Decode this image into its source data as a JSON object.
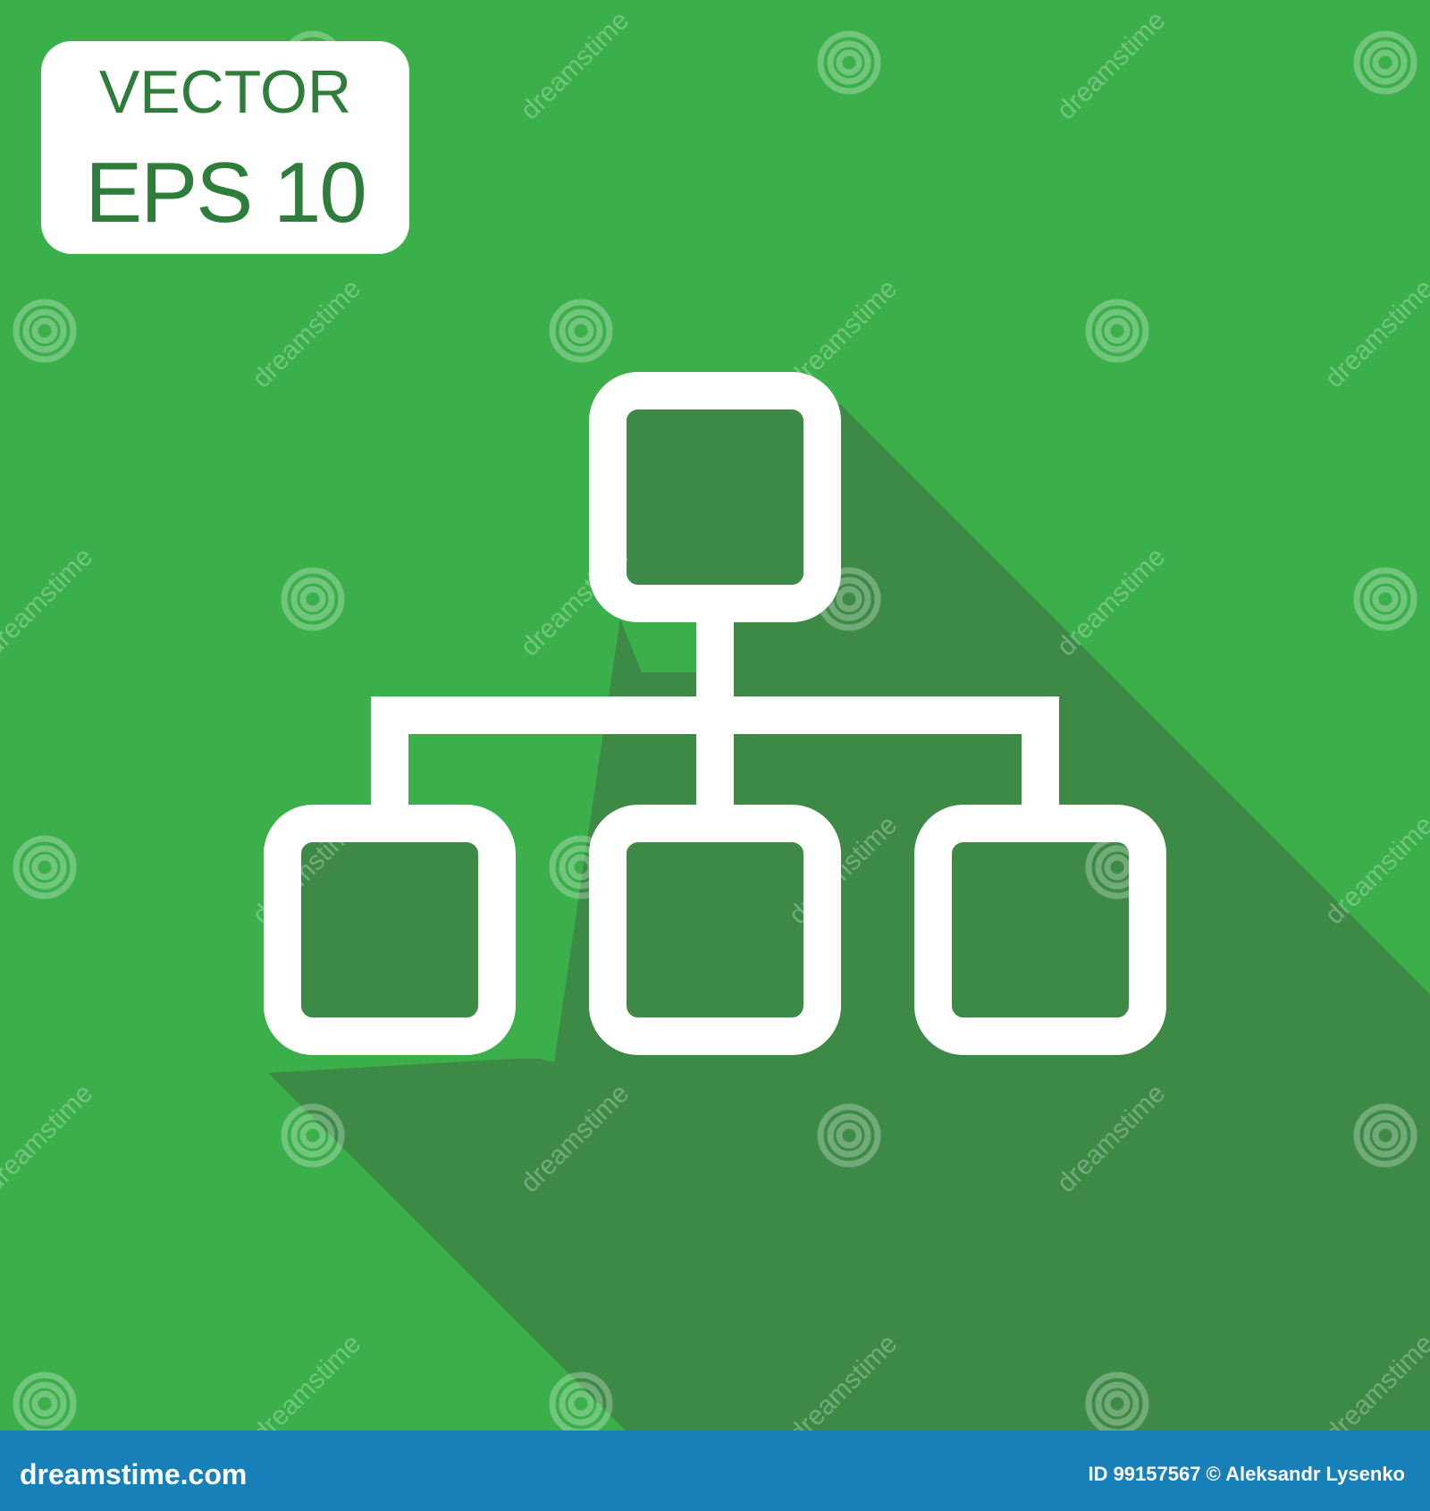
{
  "colors": {
    "background": "#3aaf4a",
    "shadow": "#3c8a46",
    "icon_stroke": "#ffffff",
    "icon_fill": "#3c8a46",
    "badge_bg": "#ffffff",
    "badge_text": "#2e7d3a",
    "footer_bg": "#1780b8",
    "footer_text": "#ffffff"
  },
  "badge": {
    "line1": "VECTOR",
    "line2": "EPS 10"
  },
  "icon": {
    "name": "hierarchy-diagram-icon"
  },
  "watermark": {
    "text": "dreamstime"
  },
  "footer": {
    "site": "dreamstime.com",
    "credit": "ID 99157567 © Aleksandr Lysenko"
  }
}
